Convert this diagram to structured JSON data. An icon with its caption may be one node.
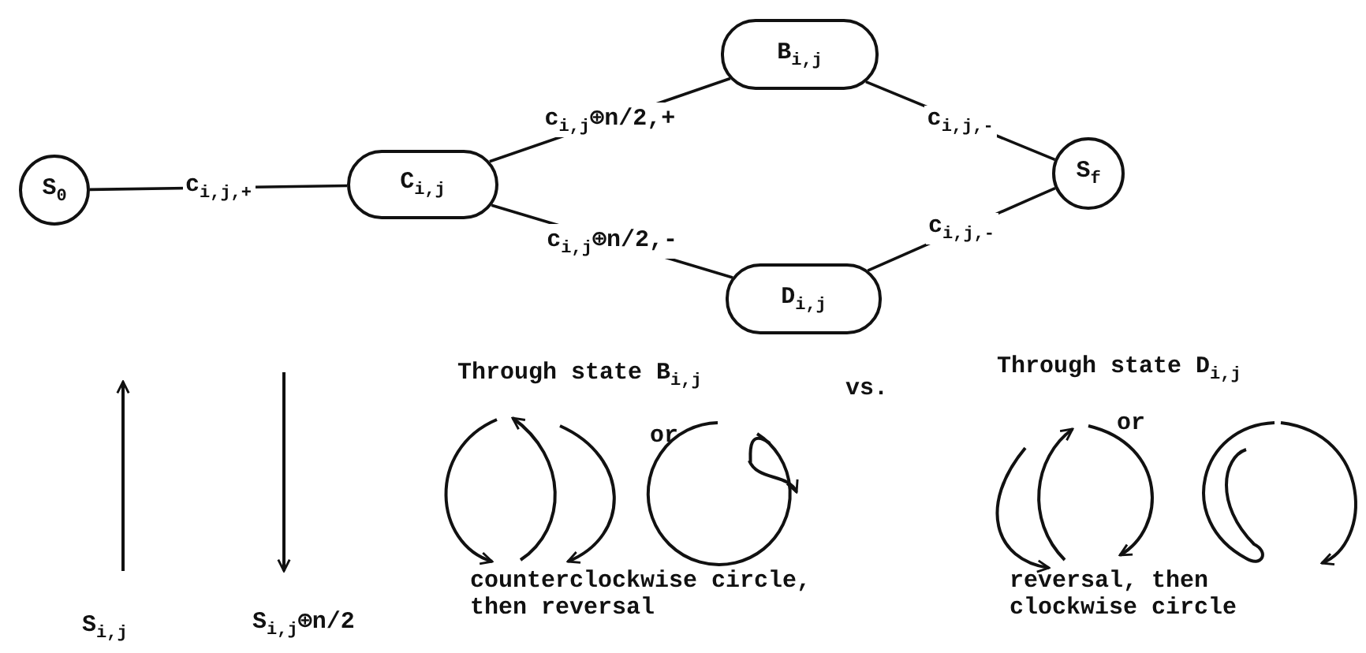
{
  "diagram": {
    "nodes": [
      {
        "text": [
          "S$_{0}$"
        ]
      },
      {
        "text": [
          "C$_{i,j}$"
        ]
      },
      {
        "text": [
          "B$_{i,j}$"
        ]
      },
      {
        "text": [
          "D$_{i,j}$"
        ]
      },
      {
        "text": [
          "S$_{f}$"
        ]
      }
    ],
    "edges": [
      {
        "from": 0,
        "to": 1,
        "arrow": "none",
        "label": "c$_{i,j,+}$"
      },
      {
        "from": 1,
        "to": 2,
        "arrow": "none",
        "label": "c$_{i,j}$⊕n/2,+"
      },
      {
        "from": 1,
        "to": 3,
        "arrow": "none",
        "label": "c$_{i,j}$⊕n/2,-"
      },
      {
        "from": 2,
        "to": 4,
        "arrow": "none",
        "label": "c$_{i,j,-}$"
      },
      {
        "from": 3,
        "to": 4,
        "arrow": "none",
        "label": "c$_{i,j,-}$"
      }
    ],
    "labels": [
      "S$_{i,j}$",
      "S$_{i,j}$⊕n/2",
      "Through state B$_{i,j}$",
      "vs.",
      "Through state D$_{i,j}$",
      "or",
      "or",
      "counterclockwise circle, then reversal",
      "reversal, then clockwise circle"
    ]
  }
}
